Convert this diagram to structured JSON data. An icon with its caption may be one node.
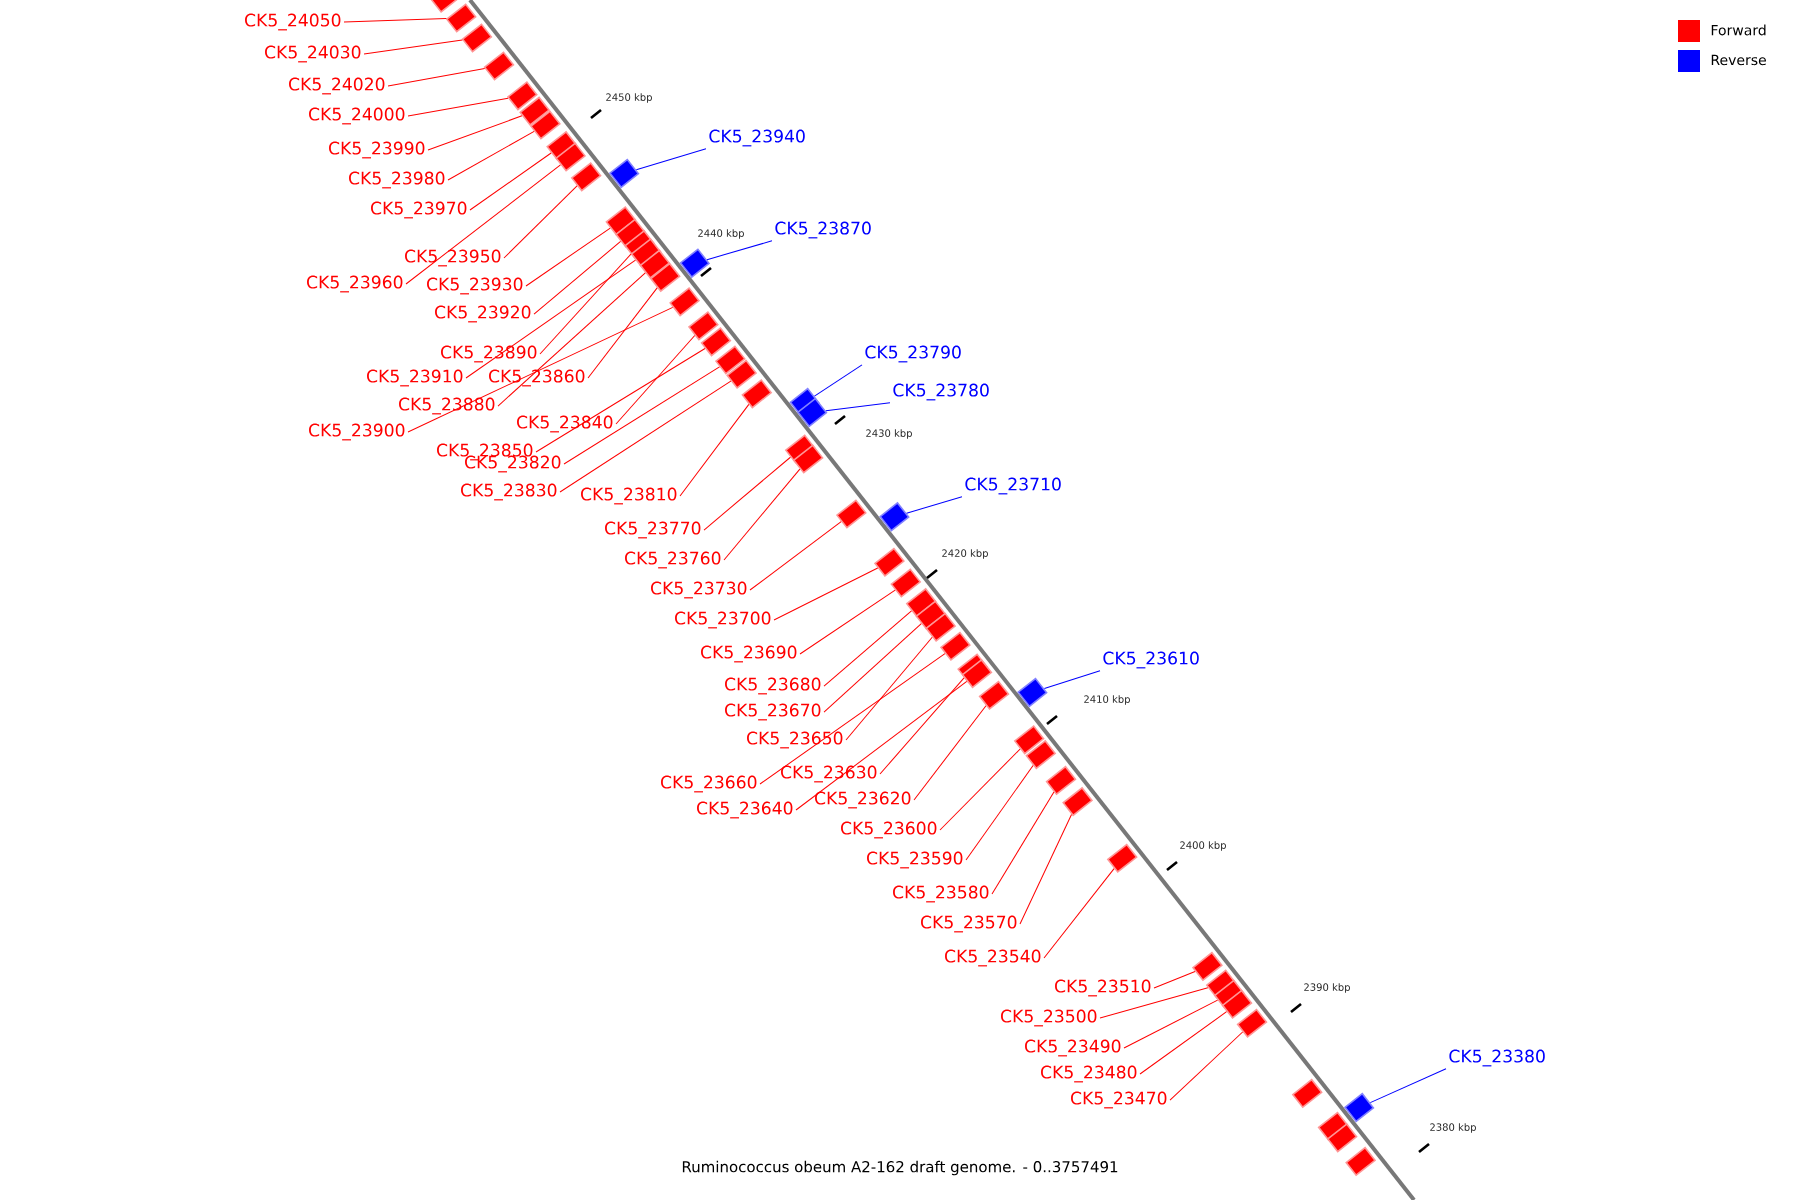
{
  "diagram": {
    "caption": "Ruminococcus obeum A2-162 draft genome. - 0..3757491",
    "nodes": [
      {
        "text": [
          "CK5_24050"
        ]
      },
      {
        "text": [
          "CK5_24030"
        ]
      },
      {
        "text": [
          "CK5_24020"
        ]
      },
      {
        "text": [
          "CK5_24000"
        ]
      },
      {
        "text": [
          "CK5_23940"
        ]
      },
      {
        "text": [
          "CK5_23990"
        ]
      },
      {
        "text": [
          "CK5_23980"
        ]
      },
      {
        "text": [
          "CK5_23970"
        ]
      },
      {
        "text": [
          "CK5_23870"
        ]
      },
      {
        "text": [
          "CK5_23950"
        ]
      },
      {
        "text": [
          "CK5_23960"
        ]
      },
      {
        "text": [
          "CK5_23930"
        ]
      },
      {
        "text": [
          "CK5_23920"
        ]
      },
      {
        "text": [
          "CK5_23890"
        ]
      },
      {
        "text": [
          "CK5_23790"
        ]
      },
      {
        "text": [
          "CK5_23910"
        ]
      },
      {
        "text": [
          "CK5_23860"
        ]
      },
      {
        "text": [
          "CK5_23780"
        ]
      },
      {
        "text": [
          "CK5_23880"
        ]
      },
      {
        "text": [
          "CK5_23840"
        ]
      },
      {
        "text": [
          "CK5_23900"
        ]
      },
      {
        "text": [
          "CK5_23850"
        ]
      },
      {
        "text": [
          "CK5_23820"
        ]
      },
      {
        "text": [
          "CK5_23710"
        ]
      },
      {
        "text": [
          "CK5_23830"
        ]
      },
      {
        "text": [
          "CK5_23810"
        ]
      },
      {
        "text": [
          "CK5_23770"
        ]
      },
      {
        "text": [
          "CK5_23760"
        ]
      },
      {
        "text": [
          "CK5_23730"
        ]
      },
      {
        "text": [
          "CK5_23700"
        ]
      },
      {
        "text": [
          "CK5_23690"
        ]
      },
      {
        "text": [
          "CK5_23610"
        ]
      },
      {
        "text": [
          "CK5_23680"
        ]
      },
      {
        "text": [
          "CK5_23670"
        ]
      },
      {
        "text": [
          "CK5_23650"
        ]
      },
      {
        "text": [
          "CK5_23630"
        ]
      },
      {
        "text": [
          "CK5_23660"
        ]
      },
      {
        "text": [
          "CK5_23620"
        ]
      },
      {
        "text": [
          "CK5_23640"
        ]
      },
      {
        "text": [
          "CK5_23600"
        ]
      },
      {
        "text": [
          "CK5_23590"
        ]
      },
      {
        "text": [
          "CK5_23580"
        ]
      },
      {
        "text": [
          "CK5_23570"
        ]
      },
      {
        "text": [
          "CK5_23540"
        ]
      },
      {
        "text": [
          "CK5_23510"
        ]
      },
      {
        "text": [
          "CK5_23500"
        ]
      },
      {
        "text": [
          "CK5_23490"
        ]
      },
      {
        "text": [
          "CK5_23480"
        ]
      },
      {
        "text": [
          "CK5_23380"
        ]
      },
      {
        "text": [
          "CK5_23470"
        ]
      },
      {
        "text": [],
        "shape": "box"
      },
      {
        "text": [],
        "shape": "box"
      },
      {
        "text": [],
        "shape": "box"
      },
      {
        "text": [],
        "shape": "box"
      },
      {
        "text": [],
        "shape": "box"
      },
      {
        "text": [],
        "shape": "box"
      },
      {
        "text": [],
        "shape": "box"
      },
      {
        "text": [],
        "shape": "box"
      },
      {
        "text": [],
        "shape": "box"
      },
      {
        "text": [],
        "shape": "box"
      },
      {
        "text": [],
        "shape": "box"
      },
      {
        "text": [],
        "shape": "box"
      },
      {
        "text": [],
        "shape": "box"
      },
      {
        "text": [],
        "shape": "box"
      },
      {
        "text": [],
        "shape": "box"
      },
      {
        "text": [],
        "shape": "box"
      },
      {
        "text": [],
        "shape": "box"
      },
      {
        "text": [],
        "shape": "box"
      },
      {
        "text": [],
        "shape": "box"
      },
      {
        "text": [],
        "shape": "box"
      },
      {
        "text": [],
        "shape": "box"
      },
      {
        "text": [],
        "shape": "box"
      },
      {
        "text": [],
        "shape": "box"
      },
      {
        "text": [],
        "shape": "box"
      },
      {
        "text": [],
        "shape": "box"
      },
      {
        "text": [],
        "shape": "box"
      },
      {
        "text": [],
        "shape": "box"
      },
      {
        "text": [],
        "shape": "box"
      },
      {
        "text": [],
        "shape": "box"
      },
      {
        "text": [],
        "shape": "box"
      },
      {
        "text": [],
        "shape": "box"
      },
      {
        "text": [],
        "shape": "box"
      },
      {
        "text": [],
        "shape": "box"
      },
      {
        "text": [],
        "shape": "box"
      },
      {
        "text": [],
        "shape": "box"
      },
      {
        "text": [],
        "shape": "box"
      },
      {
        "text": [],
        "shape": "box"
      },
      {
        "text": [],
        "shape": "box"
      },
      {
        "text": [],
        "shape": "box"
      },
      {
        "text": [],
        "shape": "box"
      },
      {
        "text": [],
        "shape": "box"
      },
      {
        "text": [],
        "shape": "box"
      },
      {
        "text": [],
        "shape": "box"
      },
      {
        "text": [],
        "shape": "box"
      },
      {
        "text": [],
        "shape": "box"
      },
      {
        "text": [],
        "shape": "box"
      },
      {
        "text": [],
        "shape": "box"
      },
      {
        "text": [],
        "shape": "box"
      },
      {
        "text": [],
        "shape": "box"
      },
      {
        "text": [],
        "shape": "box"
      },
      {
        "text": [],
        "shape": "box"
      },
      {
        "text": [],
        "shape": "box"
      },
      {
        "text": [],
        "shape": "box"
      },
      {
        "text": [],
        "shape": "box"
      },
      {
        "text": [],
        "shape": "box"
      }
    ],
    "edges": [
      {
        "from": 0,
        "to": 51,
        "arrow": "none"
      },
      {
        "from": 1,
        "to": 52,
        "arrow": "none"
      },
      {
        "from": 2,
        "to": 53,
        "arrow": "none"
      },
      {
        "from": 3,
        "to": 54,
        "arrow": "none"
      },
      {
        "from": 4,
        "to": 59,
        "arrow": "none",
        "color": "#0000ff"
      },
      {
        "from": 5,
        "to": 55,
        "arrow": "none"
      },
      {
        "from": 6,
        "to": 56,
        "arrow": "none"
      },
      {
        "from": 7,
        "to": 57,
        "arrow": "none"
      },
      {
        "from": 8,
        "to": 65,
        "arrow": "none",
        "color": "#0000ff"
      },
      {
        "from": 9,
        "to": 60,
        "arrow": "none"
      },
      {
        "from": 10,
        "to": 58,
        "arrow": "none"
      },
      {
        "from": 11,
        "to": 61,
        "arrow": "none"
      },
      {
        "from": 12,
        "to": 62,
        "arrow": "none"
      },
      {
        "from": 13,
        "to": 63,
        "arrow": "none"
      },
      {
        "from": 14,
        "to": 74,
        "arrow": "none",
        "color": "#0000ff"
      },
      {
        "from": 15,
        "to": 64,
        "arrow": "none"
      },
      {
        "from": 16,
        "to": 67,
        "arrow": "none"
      },
      {
        "from": 17,
        "to": 75,
        "arrow": "none",
        "color": "#0000ff"
      },
      {
        "from": 18,
        "to": 66,
        "arrow": "none"
      },
      {
        "from": 19,
        "to": 69,
        "arrow": "none"
      },
      {
        "from": 20,
        "to": 68,
        "arrow": "none"
      },
      {
        "from": 21,
        "to": 70,
        "arrow": "none"
      },
      {
        "from": 22,
        "to": 71,
        "arrow": "none"
      },
      {
        "from": 23,
        "to": 79,
        "arrow": "none",
        "color": "#0000ff"
      },
      {
        "from": 24,
        "to": 72,
        "arrow": "none"
      },
      {
        "from": 25,
        "to": 73,
        "arrow": "none"
      },
      {
        "from": 26,
        "to": 76,
        "arrow": "none"
      },
      {
        "from": 27,
        "to": 77,
        "arrow": "none"
      },
      {
        "from": 28,
        "to": 78,
        "arrow": "none"
      },
      {
        "from": 29,
        "to": 80,
        "arrow": "none"
      },
      {
        "from": 30,
        "to": 81,
        "arrow": "none"
      },
      {
        "from": 31,
        "to": 88,
        "arrow": "none",
        "color": "#0000ff"
      },
      {
        "from": 32,
        "to": 82,
        "arrow": "none"
      },
      {
        "from": 33,
        "to": 83,
        "arrow": "none"
      },
      {
        "from": 34,
        "to": 84,
        "arrow": "none"
      },
      {
        "from": 35,
        "to": 86,
        "arrow": "none"
      },
      {
        "from": 36,
        "to": 85,
        "arrow": "none"
      },
      {
        "from": 37,
        "to": 89,
        "arrow": "none"
      },
      {
        "from": 38,
        "to": 87,
        "arrow": "none"
      },
      {
        "from": 39,
        "to": 90,
        "arrow": "none"
      },
      {
        "from": 40,
        "to": 91,
        "arrow": "none"
      },
      {
        "from": 41,
        "to": 92,
        "arrow": "none"
      },
      {
        "from": 42,
        "to": 93,
        "arrow": "none"
      },
      {
        "from": 43,
        "to": 94,
        "arrow": "none"
      },
      {
        "from": 44,
        "to": 95,
        "arrow": "none"
      },
      {
        "from": 45,
        "to": 96,
        "arrow": "none"
      },
      {
        "from": 46,
        "to": 97,
        "arrow": "none"
      },
      {
        "from": 47,
        "to": 98,
        "arrow": "none"
      },
      {
        "from": 48,
        "to": 101,
        "arrow": "none",
        "color": "#0000ff"
      },
      {
        "from": 49,
        "to": 99,
        "arrow": "none"
      }
    ],
    "labels": [
      "2450 kbp",
      "2440 kbp",
      "2430 kbp",
      "2420 kbp",
      "2410 kbp",
      "2400 kbp",
      "2390 kbp",
      "2380 kbp"
    ],
    "legend": [
      {
        "text": "Forward",
        "color": "#ff0000"
      },
      {
        "text": "Reverse",
        "color": "#0000ff"
      }
    ]
  }
}
